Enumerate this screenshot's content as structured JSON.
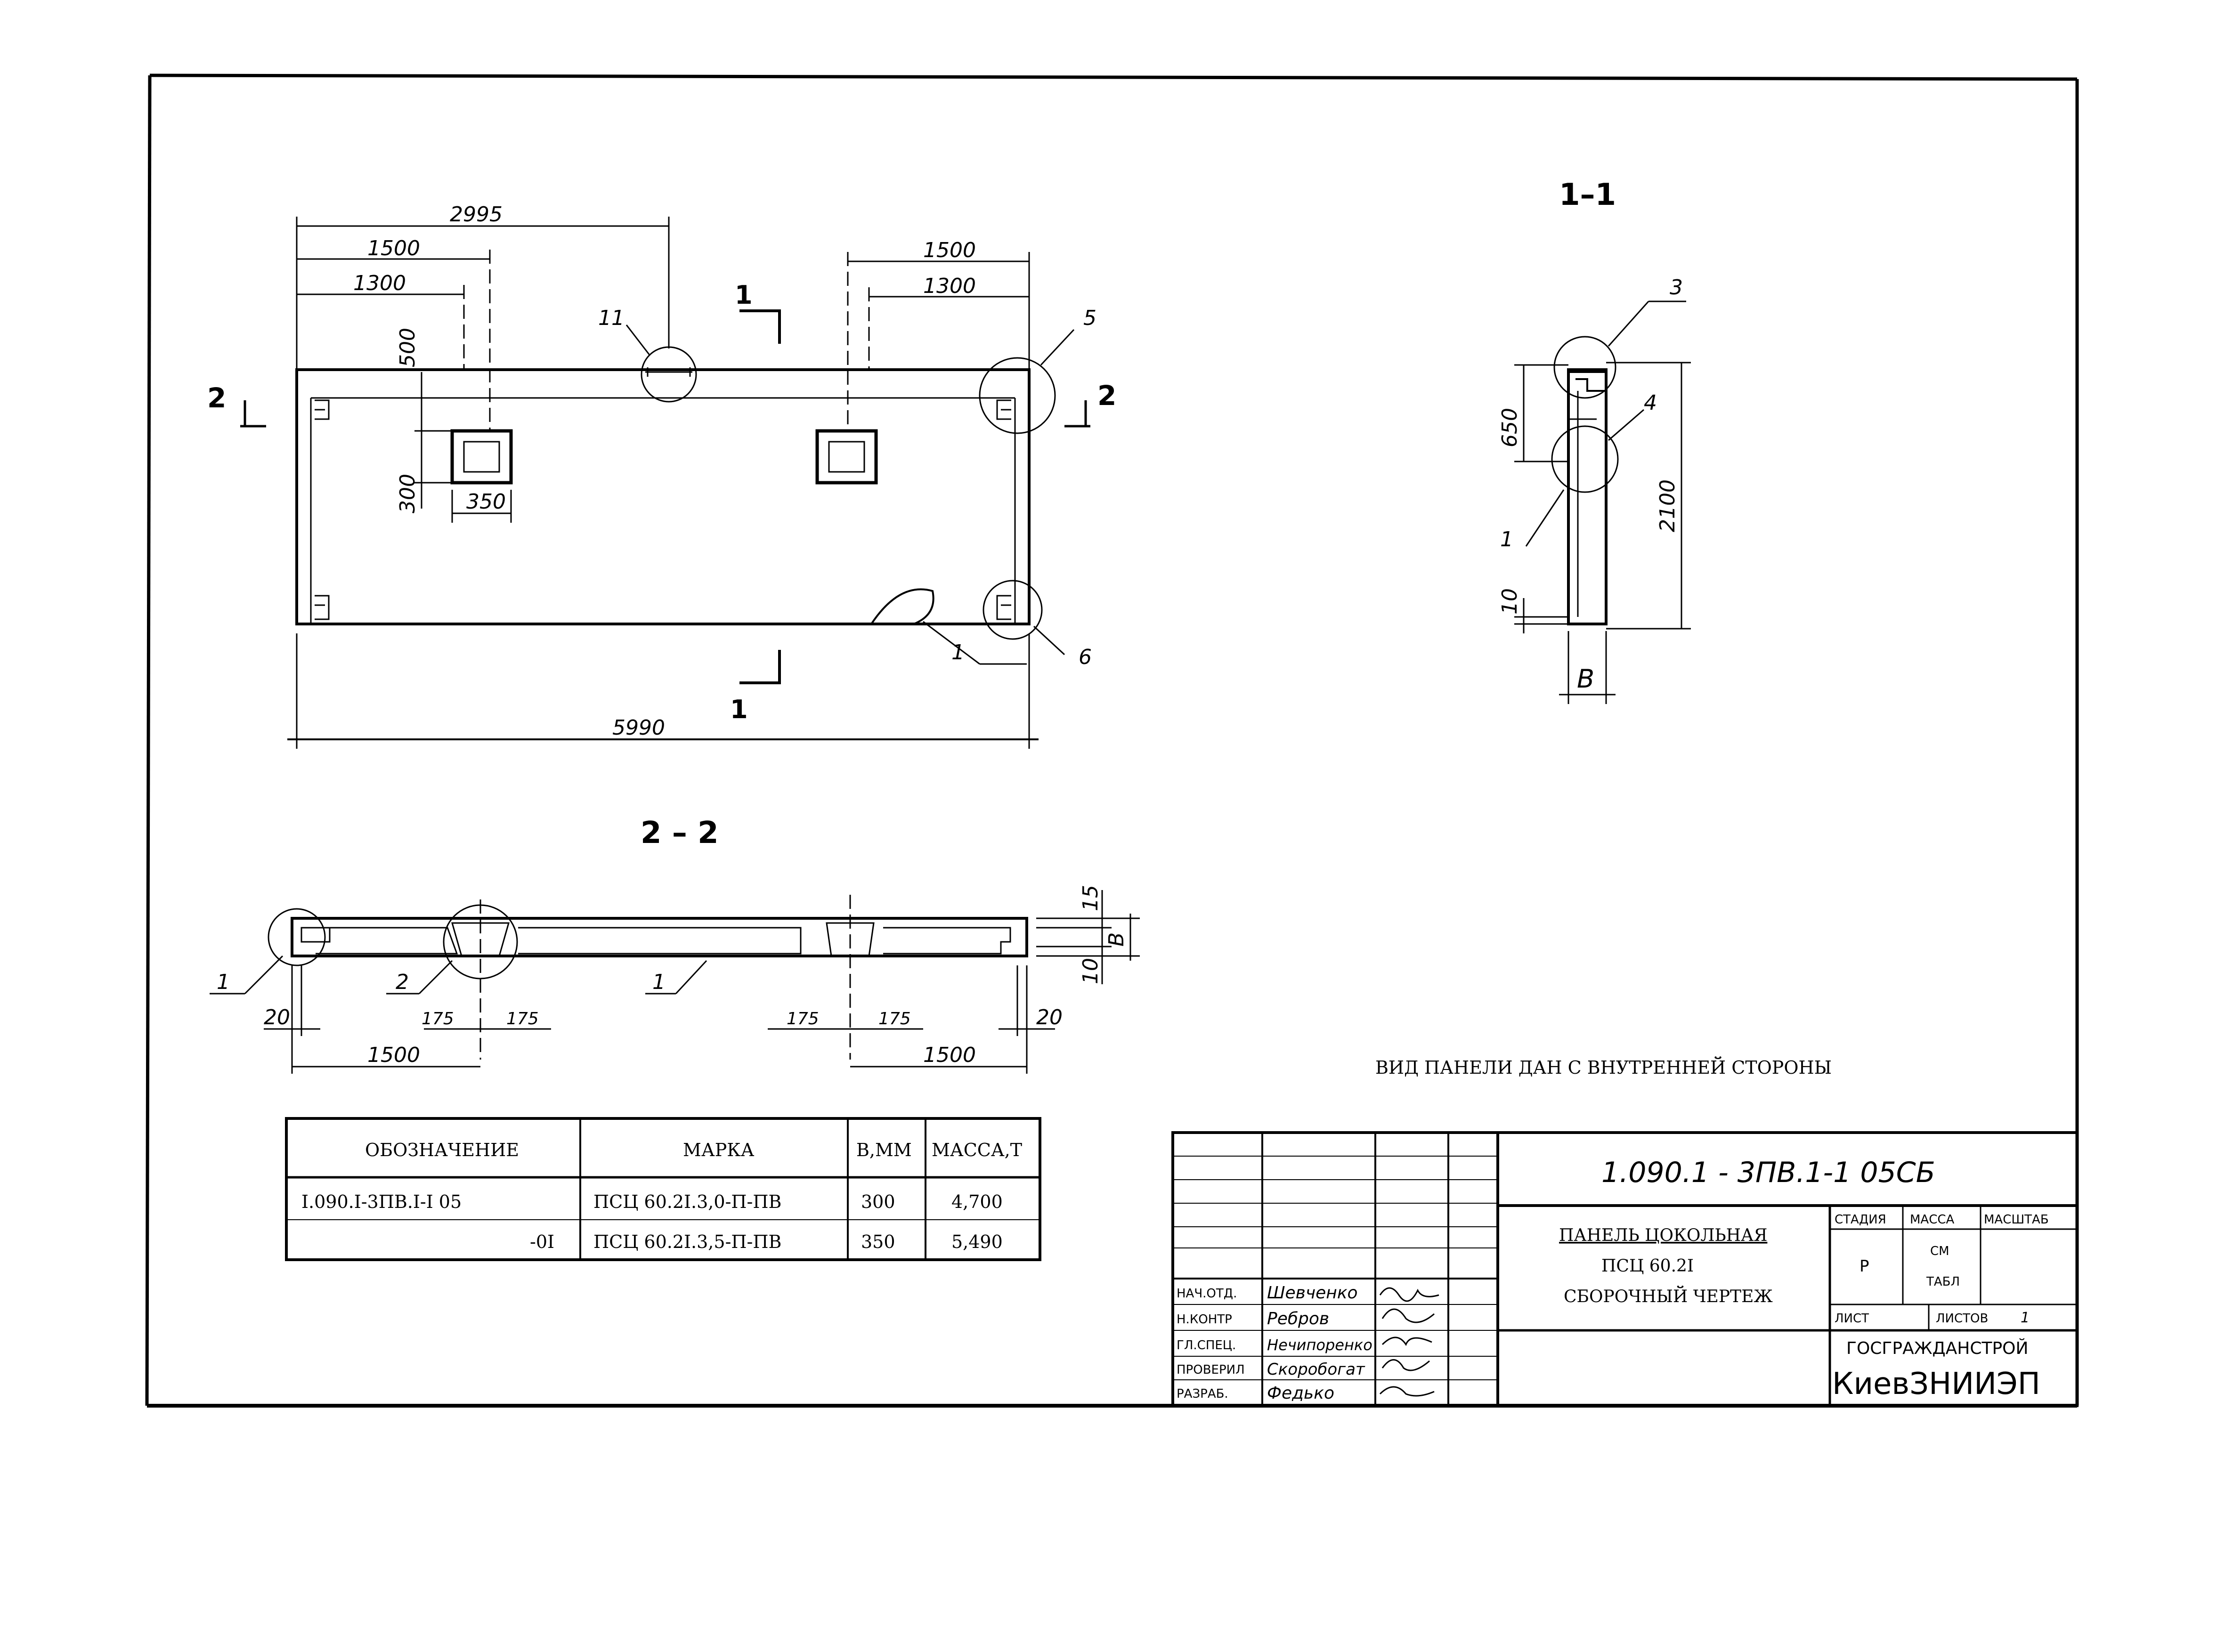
{
  "elevation": {
    "dim_2995": "2995",
    "dim_1500_left": "1500",
    "dim_1300_left": "1300",
    "dim_1500_right": "1500",
    "dim_1300_right": "1300",
    "dim_500": "500",
    "dim_300": "300",
    "dim_350": "350",
    "dim_5990": "5990",
    "callout_11": "11",
    "callout_5": "5",
    "callout_6": "6",
    "callout_1": "1",
    "cut_1_top": "1",
    "cut_1_bottom": "1",
    "cut_2_left": "2",
    "cut_2_right": "2"
  },
  "section_1_1": {
    "title": "1–1",
    "dim_650": "650",
    "dim_2100": "2100",
    "dim_10": "10",
    "dim_b": "B",
    "callout_3": "3",
    "callout_4": "4",
    "callout_1": "1"
  },
  "section_2_2": {
    "title": "2 – 2",
    "dim_15": "15",
    "dim_b": "B",
    "dim_10": "10",
    "dim_20_left": "20",
    "dim_175_a": "175",
    "dim_175_b": "175",
    "dim_175_c": "175",
    "dim_175_d": "175",
    "dim_20_right": "20",
    "dim_1500_left": "1500",
    "dim_1500_right": "1500",
    "callout_1_left": "1",
    "callout_2": "2",
    "callout_1_mid": "1"
  },
  "note": "ВИД ПАНЕЛИ ДАН С ВНУТРЕННЕЙ СТОРОНЫ",
  "spec_table": {
    "headers": [
      "ОБОЗНАЧЕНИЕ",
      "МАРКА",
      "В,ММ",
      "МАССА,Т"
    ],
    "rows": [
      [
        "I.090.I-3ПВ.I-I 05",
        "ПСЦ 60.2I.3,0-П-ПВ",
        "300",
        "4,700"
      ],
      [
        "-0I",
        "ПСЦ 60.2I.3,5-П-ПВ",
        "350",
        "5,490"
      ]
    ]
  },
  "title_block": {
    "code": "1.090.1 - 3ПВ.1-1   05СБ",
    "name_line1": "ПАНЕЛЬ ЦОКОЛЬНАЯ",
    "name_line2": "ПСЦ 60.2I",
    "name_line3": "СБОРОЧНЫЙ ЧЕРТЕЖ",
    "stage_label": "СТАДИЯ",
    "mass_label": "МАССА",
    "scale_label": "МАСШТАБ",
    "stage_value": "Р",
    "mass_value_1": "СМ",
    "mass_value_2": "ТАБЛ",
    "sheet_label": "ЛИСТ",
    "sheets_label": "ЛИСТОВ",
    "sheets_value": "1",
    "org_line1": "ГОСГРАЖДАНСТРОЙ",
    "org_line2": "КиевЗНИИЭП",
    "roles": [
      {
        "role": "НАЧ.ОТД.",
        "name": "Шевченко"
      },
      {
        "role": "Н.КОНТР",
        "name": "Ребров"
      },
      {
        "role": "ГЛ.СПЕЦ.",
        "name": "Нечипоренко"
      },
      {
        "role": "ПРОВЕРИЛ",
        "name": "Скоробогат"
      },
      {
        "role": "РАЗРАБ.",
        "name": "Федько"
      }
    ]
  }
}
